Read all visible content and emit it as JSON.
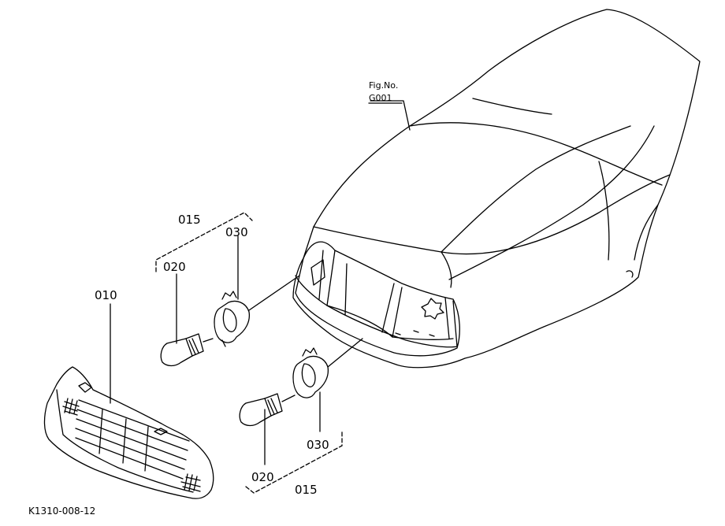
{
  "figure_ref": {
    "label": "Fig.No.",
    "number": "G001"
  },
  "parts": {
    "p010": "010",
    "p015_top": "015",
    "p030_top": "030",
    "p020_top": "020",
    "p030_bottom": "030",
    "p020_bottom": "020",
    "p015_bottom": "015"
  },
  "drawing_code": "K1310-008-12",
  "colors": {
    "line": "#000000",
    "background": "#ffffff"
  }
}
